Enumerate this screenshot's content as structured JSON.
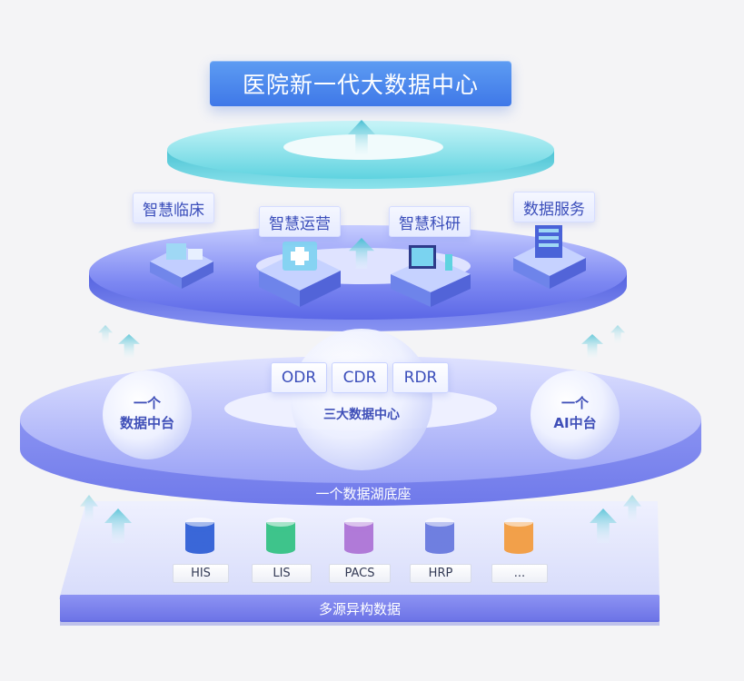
{
  "title": "医院新一代大数据中心",
  "applications": [
    "智慧临床",
    "智慧运营",
    "智慧科研",
    "数据服务"
  ],
  "data_centers": [
    "ODR",
    "CDR",
    "RDR"
  ],
  "core_label": "三大数据中心",
  "left_platform": {
    "line1": "一个",
    "line2": "数据中台"
  },
  "right_platform": {
    "line1": "一个",
    "line2": "AI中台"
  },
  "lake_label": "一个数据湖底座",
  "sources": [
    {
      "label": "HIS",
      "color": "#3a67d8"
    },
    {
      "label": "LIS",
      "color": "#3ec48b"
    },
    {
      "label": "PACS",
      "color": "#b07ad8"
    },
    {
      "label": "HRP",
      "color": "#6f7fe0"
    },
    {
      "label": "...",
      "color": "#f2a04a"
    }
  ],
  "base_label": "多源异构数据",
  "colors": {
    "title_blue": "#4a86ee",
    "top_ring": "#7fe0ea",
    "middle_disc": "#6f7ff0",
    "lower_ring": "#8a8ff2",
    "base_band": "#7c82ee",
    "arrow": "#5ec8d8"
  }
}
